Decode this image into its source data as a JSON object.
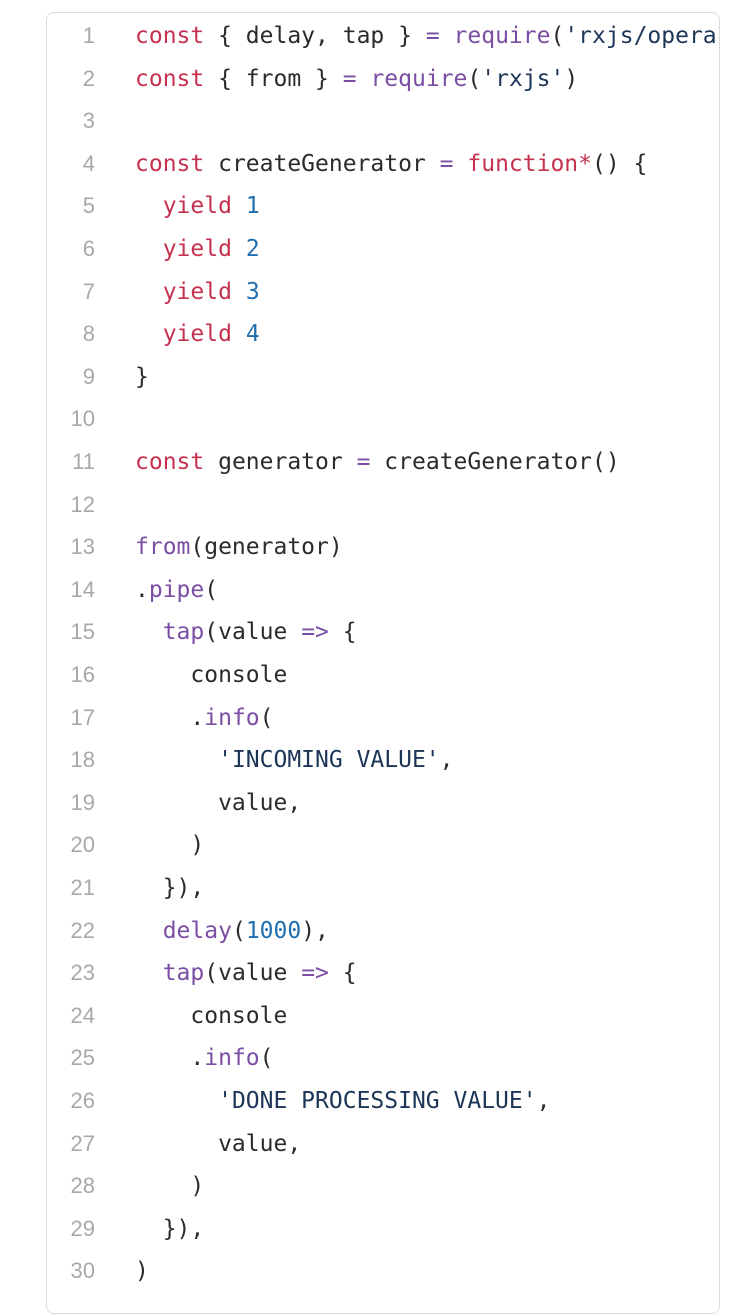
{
  "code_block": {
    "lines": [
      {
        "num": "1",
        "tokens": [
          [
            "const",
            "k"
          ],
          [
            " { delay, tap } ",
            "p"
          ],
          [
            "=",
            "f"
          ],
          [
            " ",
            "p"
          ],
          [
            "require",
            "f"
          ],
          [
            "(",
            "p"
          ],
          [
            "'rxjs/opera",
            "s"
          ]
        ]
      },
      {
        "num": "2",
        "tokens": [
          [
            "const",
            "k"
          ],
          [
            " { from } ",
            "p"
          ],
          [
            "=",
            "f"
          ],
          [
            " ",
            "p"
          ],
          [
            "require",
            "f"
          ],
          [
            "(",
            "p"
          ],
          [
            "'rxjs'",
            "s"
          ],
          [
            ")",
            "p"
          ]
        ]
      },
      {
        "num": "3",
        "tokens": []
      },
      {
        "num": "4",
        "tokens": [
          [
            "const",
            "k"
          ],
          [
            " createGenerator ",
            "p"
          ],
          [
            "=",
            "f"
          ],
          [
            " ",
            "p"
          ],
          [
            "function",
            "k"
          ],
          [
            "*",
            "k"
          ],
          [
            "() {",
            "p"
          ]
        ]
      },
      {
        "num": "5",
        "tokens": [
          [
            "  ",
            "p"
          ],
          [
            "yield",
            "k"
          ],
          [
            " ",
            "p"
          ],
          [
            "1",
            "n"
          ]
        ]
      },
      {
        "num": "6",
        "tokens": [
          [
            "  ",
            "p"
          ],
          [
            "yield",
            "k"
          ],
          [
            " ",
            "p"
          ],
          [
            "2",
            "n"
          ]
        ]
      },
      {
        "num": "7",
        "tokens": [
          [
            "  ",
            "p"
          ],
          [
            "yield",
            "k"
          ],
          [
            " ",
            "p"
          ],
          [
            "3",
            "n"
          ]
        ]
      },
      {
        "num": "8",
        "tokens": [
          [
            "  ",
            "p"
          ],
          [
            "yield",
            "k"
          ],
          [
            " ",
            "p"
          ],
          [
            "4",
            "n"
          ]
        ]
      },
      {
        "num": "9",
        "tokens": [
          [
            "}",
            "p"
          ]
        ]
      },
      {
        "num": "10",
        "tokens": []
      },
      {
        "num": "11",
        "tokens": [
          [
            "const",
            "k"
          ],
          [
            " generator ",
            "p"
          ],
          [
            "=",
            "f"
          ],
          [
            " createGenerator()",
            "p"
          ]
        ]
      },
      {
        "num": "12",
        "tokens": []
      },
      {
        "num": "13",
        "tokens": [
          [
            "from",
            "f"
          ],
          [
            "(generator)",
            "p"
          ]
        ]
      },
      {
        "num": "14",
        "tokens": [
          [
            ".",
            "p"
          ],
          [
            "pipe",
            "f"
          ],
          [
            "(",
            "p"
          ]
        ]
      },
      {
        "num": "15",
        "tokens": [
          [
            "  ",
            "p"
          ],
          [
            "tap",
            "f"
          ],
          [
            "(value ",
            "p"
          ],
          [
            "=>",
            "f"
          ],
          [
            " {",
            "p"
          ]
        ]
      },
      {
        "num": "16",
        "tokens": [
          [
            "    console",
            "p"
          ]
        ]
      },
      {
        "num": "17",
        "tokens": [
          [
            "    .",
            "p"
          ],
          [
            "info",
            "f"
          ],
          [
            "(",
            "p"
          ]
        ]
      },
      {
        "num": "18",
        "tokens": [
          [
            "      ",
            "p"
          ],
          [
            "'INCOMING VALUE'",
            "s"
          ],
          [
            ",",
            "p"
          ]
        ]
      },
      {
        "num": "19",
        "tokens": [
          [
            "      value,",
            "p"
          ]
        ]
      },
      {
        "num": "20",
        "tokens": [
          [
            "    )",
            "p"
          ]
        ]
      },
      {
        "num": "21",
        "tokens": [
          [
            "  }),",
            "p"
          ]
        ]
      },
      {
        "num": "22",
        "tokens": [
          [
            "  ",
            "p"
          ],
          [
            "delay",
            "f"
          ],
          [
            "(",
            "p"
          ],
          [
            "1000",
            "n"
          ],
          [
            "),",
            "p"
          ]
        ]
      },
      {
        "num": "23",
        "tokens": [
          [
            "  ",
            "p"
          ],
          [
            "tap",
            "f"
          ],
          [
            "(value ",
            "p"
          ],
          [
            "=>",
            "f"
          ],
          [
            " {",
            "p"
          ]
        ]
      },
      {
        "num": "24",
        "tokens": [
          [
            "    console",
            "p"
          ]
        ]
      },
      {
        "num": "25",
        "tokens": [
          [
            "    .",
            "p"
          ],
          [
            "info",
            "f"
          ],
          [
            "(",
            "p"
          ]
        ]
      },
      {
        "num": "26",
        "tokens": [
          [
            "      ",
            "p"
          ],
          [
            "'DONE PROCESSING VALUE'",
            "s"
          ],
          [
            ",",
            "p"
          ]
        ]
      },
      {
        "num": "27",
        "tokens": [
          [
            "      value,",
            "p"
          ]
        ]
      },
      {
        "num": "28",
        "tokens": [
          [
            "    )",
            "p"
          ]
        ]
      },
      {
        "num": "29",
        "tokens": [
          [
            "  }),",
            "p"
          ]
        ]
      },
      {
        "num": "30",
        "tokens": [
          [
            ")",
            "p"
          ]
        ]
      }
    ]
  }
}
